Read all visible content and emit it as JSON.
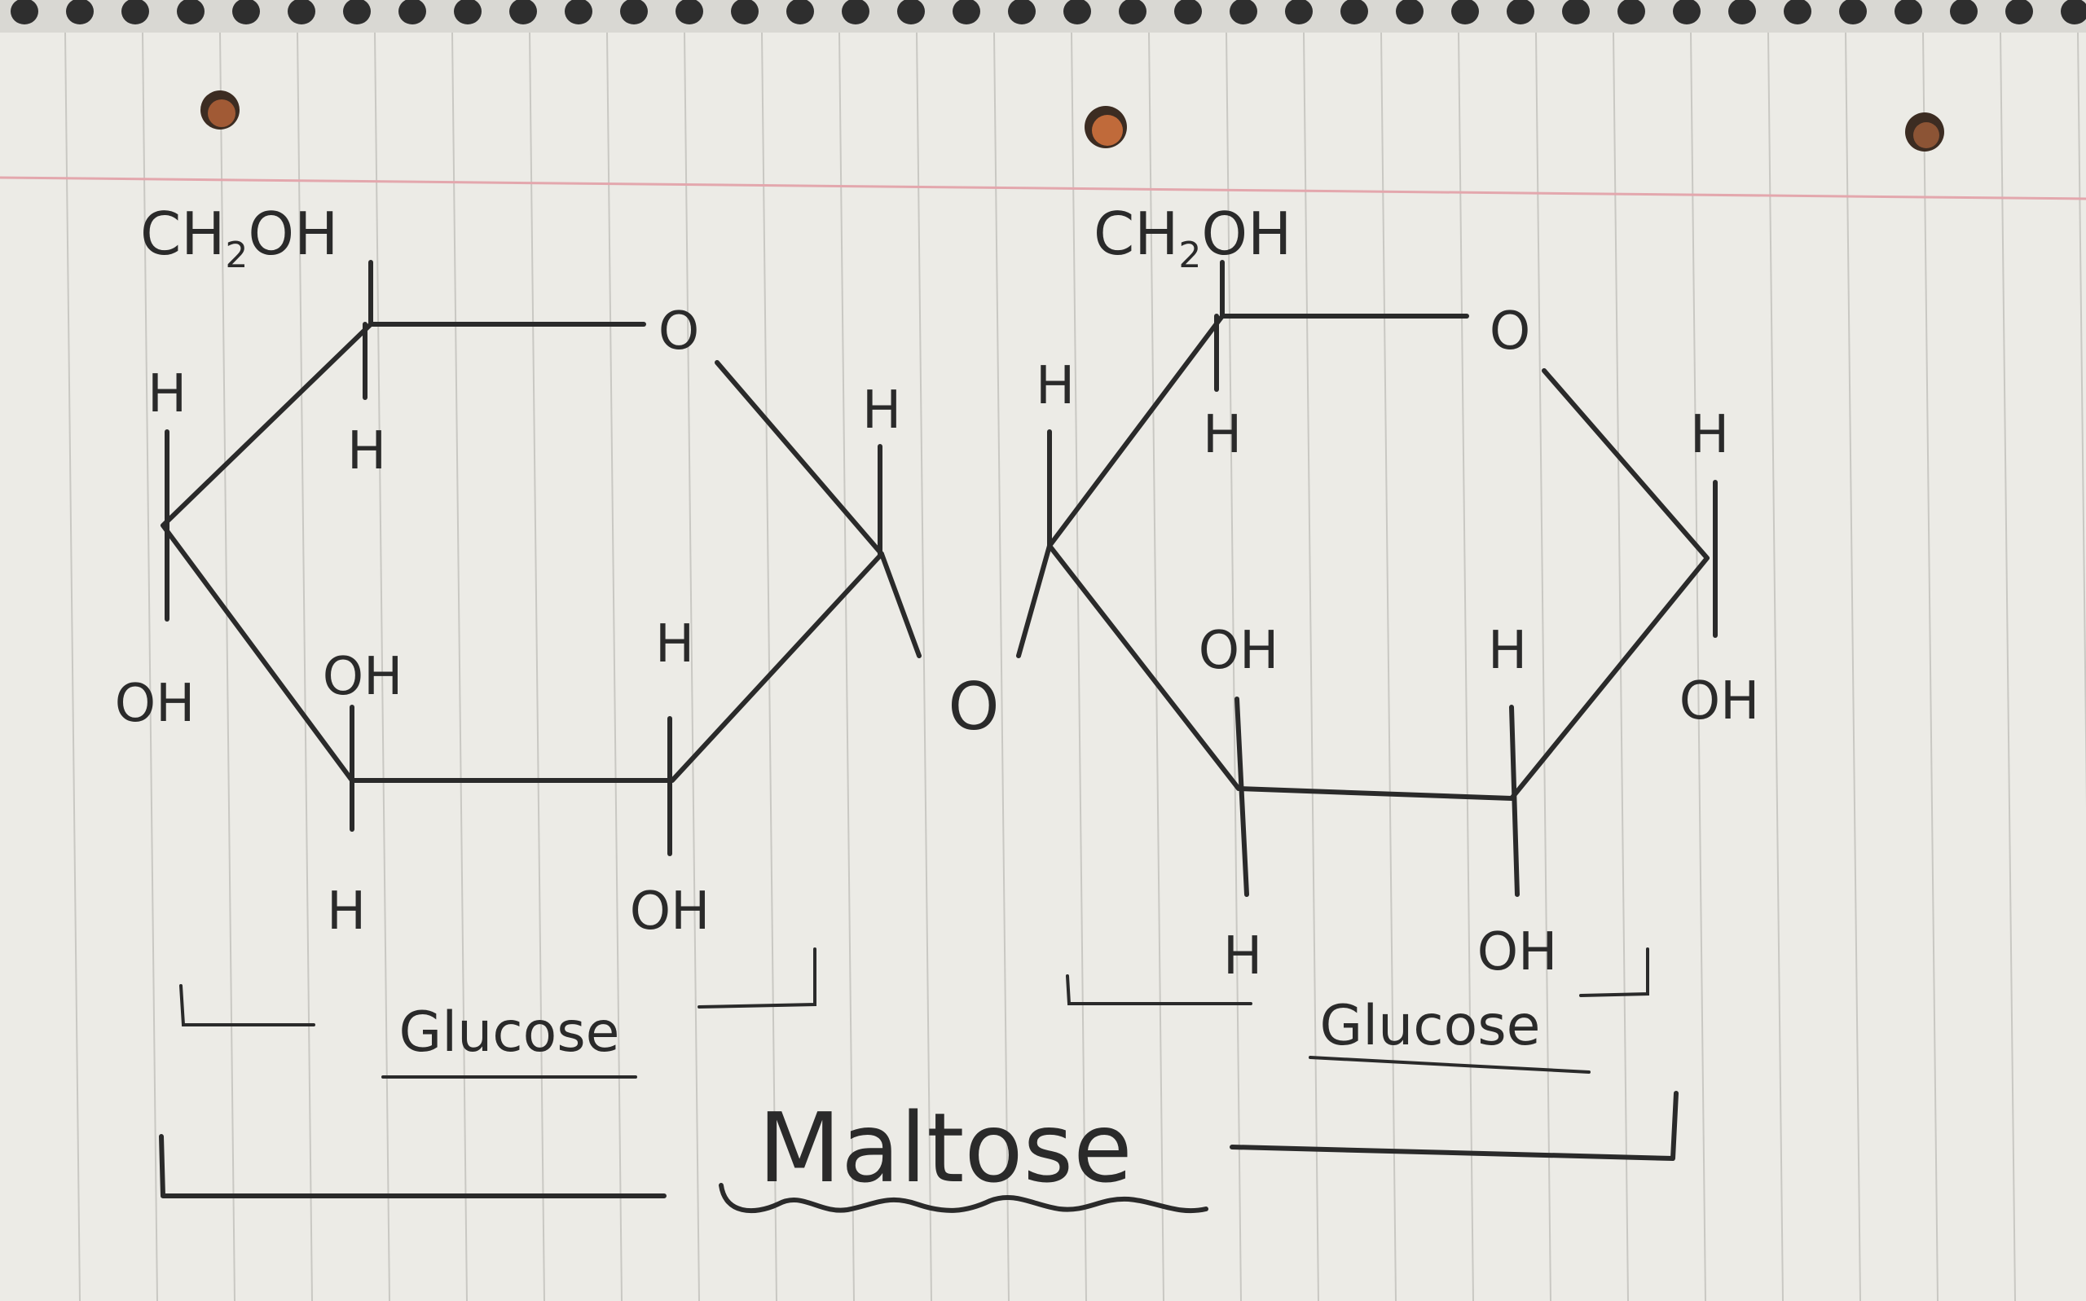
{
  "groups": {
    "left_ch2oh": {
      "main": "CH",
      "sub": "2",
      "tail": "OH"
    },
    "right_ch2oh": {
      "main": "CH",
      "sub": "2",
      "tail": "OH"
    }
  },
  "atoms": {
    "oxygen": "O",
    "hydrogen": "H",
    "hydroxyl": "OH"
  },
  "labels": {
    "left_unit": "Glucose",
    "right_unit": "Glucose",
    "compound": "Maltose"
  }
}
